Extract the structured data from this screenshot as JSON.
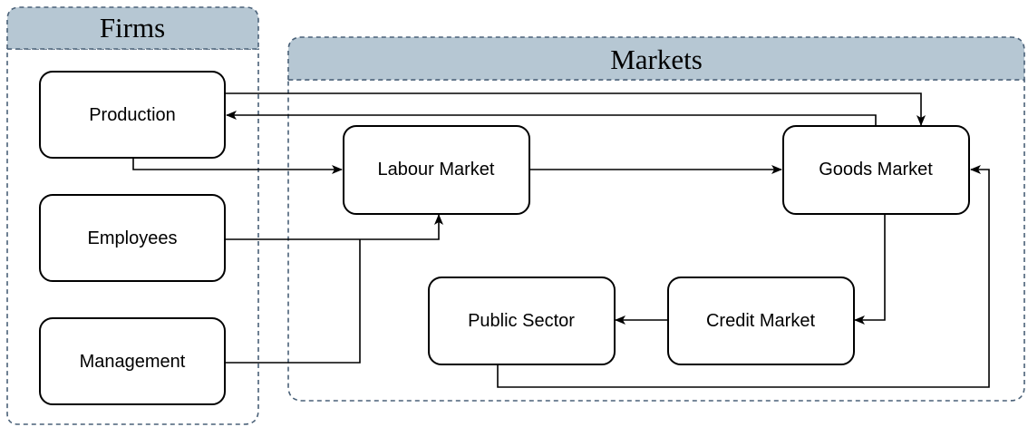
{
  "groups": {
    "firms": {
      "title": "Firms"
    },
    "markets": {
      "title": "Markets"
    }
  },
  "nodes": {
    "production": "Production",
    "employees": "Employees",
    "management": "Management",
    "labour_market": "Labour Market",
    "goods_market": "Goods Market",
    "public_sector": "Public Sector",
    "credit_market": "Credit Market"
  },
  "edges": [
    {
      "from": "Production",
      "to": "Goods Market"
    },
    {
      "from": "Goods Market",
      "to": "Production"
    },
    {
      "from": "Production",
      "to": "Labour Market"
    },
    {
      "from": "Labour Market",
      "to": "Goods Market"
    },
    {
      "from": "Employees",
      "to": "Labour Market"
    },
    {
      "from": "Management",
      "to": "Labour Market"
    },
    {
      "from": "Goods Market",
      "to": "Credit Market"
    },
    {
      "from": "Credit Market",
      "to": "Public Sector"
    },
    {
      "from": "Public Sector",
      "to": "Goods Market"
    }
  ],
  "colors": {
    "header_fill": "#b6c7d3",
    "frame_stroke": "#4a6178",
    "edge_stroke": "#000000"
  }
}
